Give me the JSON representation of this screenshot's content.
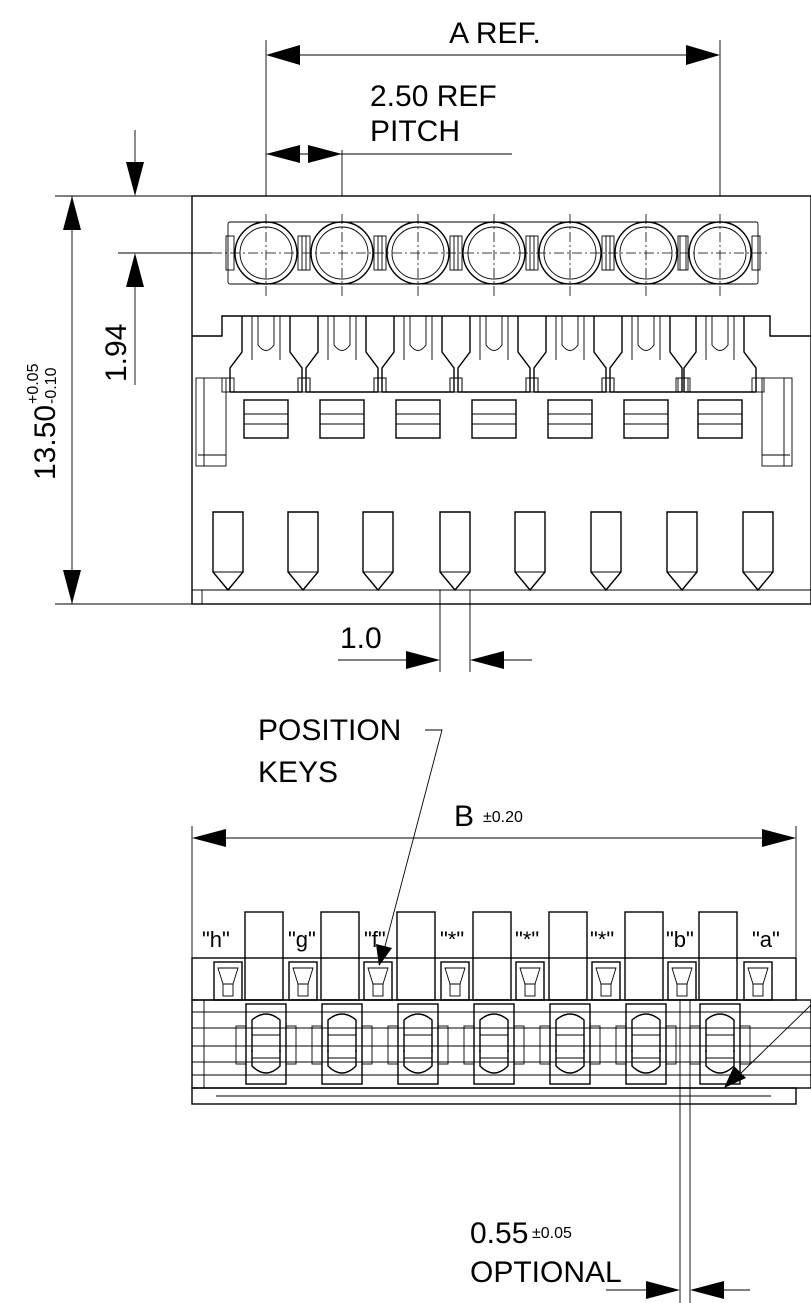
{
  "top_view": {
    "dim_a": "A REF.",
    "dim_pitch_value": "2.50 REF",
    "dim_pitch_label": "PITCH",
    "dim_height_main": "13.50",
    "dim_height_tol_plus": "+0.05",
    "dim_height_tol_minus": "-0.10",
    "dim_1_94": "1.94",
    "dim_1_0": "1.0"
  },
  "bottom_view": {
    "position_keys_line1": "POSITION",
    "position_keys_line2": "KEYS",
    "dim_b": "B",
    "dim_b_tol": "±0.20",
    "key_labels": [
      "\"h\"",
      "\"g\"",
      "\"f\"",
      "\"*\"",
      "\"*\"",
      "\"*\"",
      "\"b\"",
      "\"a\""
    ],
    "dim_055": "0.55",
    "dim_055_tol": "±0.05",
    "dim_optional": "OPTIONAL"
  }
}
